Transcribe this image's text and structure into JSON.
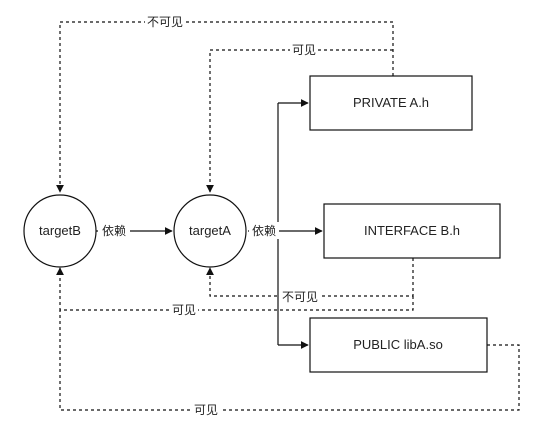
{
  "diagram": {
    "colors": {
      "stroke": "#111111",
      "text": "#222222",
      "background": "#ffffff"
    },
    "nodes": {
      "target_b": "targetB",
      "target_a": "targetA",
      "private_header": "PRIVATE A.h",
      "interface_header": "INTERFACE B.h",
      "public_lib": "PUBLIC libA.so"
    },
    "edges": {
      "b_depends_on_a": "依赖",
      "a_depends_on_files": "依赖",
      "private_not_visible_to_b": "不可见",
      "private_visible_to_a": "可见",
      "interface_not_visible_to_a": "不可见",
      "interface_visible_to_b": "可见",
      "public_visible_to_b": "可见"
    }
  }
}
